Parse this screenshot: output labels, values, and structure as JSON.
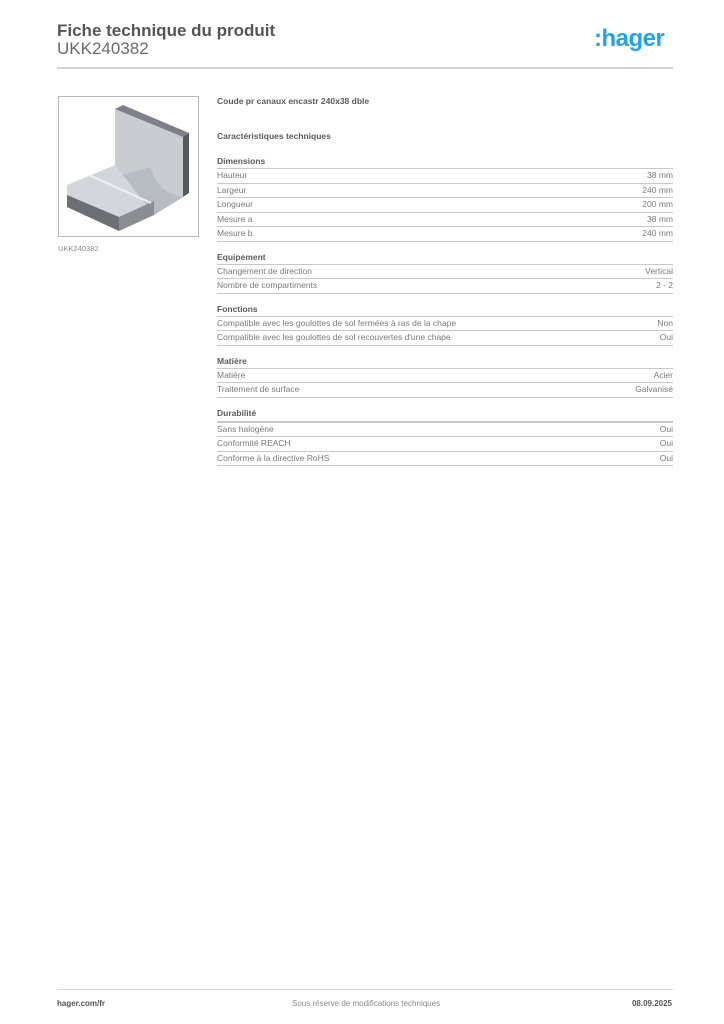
{
  "header": {
    "title": "Fiche technique du produit",
    "reference": "UKK240382",
    "logo_text": ":hager",
    "logo_color": "#1ea5e8"
  },
  "product": {
    "image_caption": "UKK240382",
    "name": "Coude pr canaux encastr 240x38 dble",
    "specs_heading": "Caractéristiques techniques"
  },
  "sections": [
    {
      "title": "Dimensions",
      "rows": [
        {
          "label": "Hauteur",
          "value": "38 mm"
        },
        {
          "label": "Largeur",
          "value": "240 mm"
        },
        {
          "label": "Longueur",
          "value": "200 mm"
        },
        {
          "label": "Mesure a",
          "value": "38 mm"
        },
        {
          "label": "Mesure b",
          "value": "240 mm"
        }
      ]
    },
    {
      "title": "Equipement",
      "rows": [
        {
          "label": "Changement de direction",
          "value": "Vertical"
        },
        {
          "label": "Nombre de compartiments",
          "value": "2 - 2"
        }
      ]
    },
    {
      "title": "Fonctions",
      "rows": [
        {
          "label": "Compatible avec les goulottes de sol fermées à ras de la chape",
          "value": "Non"
        },
        {
          "label": "Compatible avec les goulottes de sol recouvertes d'une chape",
          "value": "Oui"
        }
      ]
    },
    {
      "title": "Matière",
      "rows": [
        {
          "label": "Matière",
          "value": "Acier"
        },
        {
          "label": "Traitement de surface",
          "value": "Galvanisé"
        }
      ]
    },
    {
      "title": "Durabilité",
      "rows": [
        {
          "label": "Sans halogène",
          "value": "Oui"
        },
        {
          "label": "Conformité REACH",
          "value": "Oui"
        },
        {
          "label": "Conforme à la directive RoHS",
          "value": "Oui"
        }
      ]
    }
  ],
  "footer": {
    "website": "hager.com/fr",
    "disclaimer": "Sous réserve de modifications techniques",
    "date": "08.09.2025"
  }
}
